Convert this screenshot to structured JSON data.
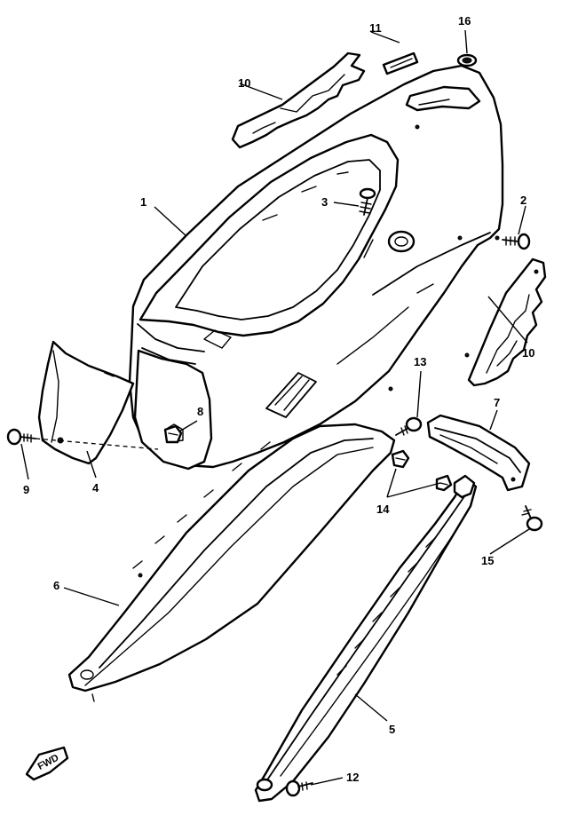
{
  "diagram": {
    "callouts": {
      "c1": "1",
      "c2": "2",
      "c3": "3",
      "c4": "4",
      "c5": "5",
      "c6": "6",
      "c7": "7",
      "c8": "8",
      "c9": "9",
      "c10a": "10",
      "c10b": "10",
      "c11": "11",
      "c12": "12",
      "c13": "13",
      "c14": "14",
      "c15": "15",
      "c16": "16"
    },
    "direction_badge": {
      "text": "FWD",
      "icon": "forward-arrow-icon"
    },
    "colors": {
      "line": "#000000",
      "fill": "#ffffff"
    }
  }
}
